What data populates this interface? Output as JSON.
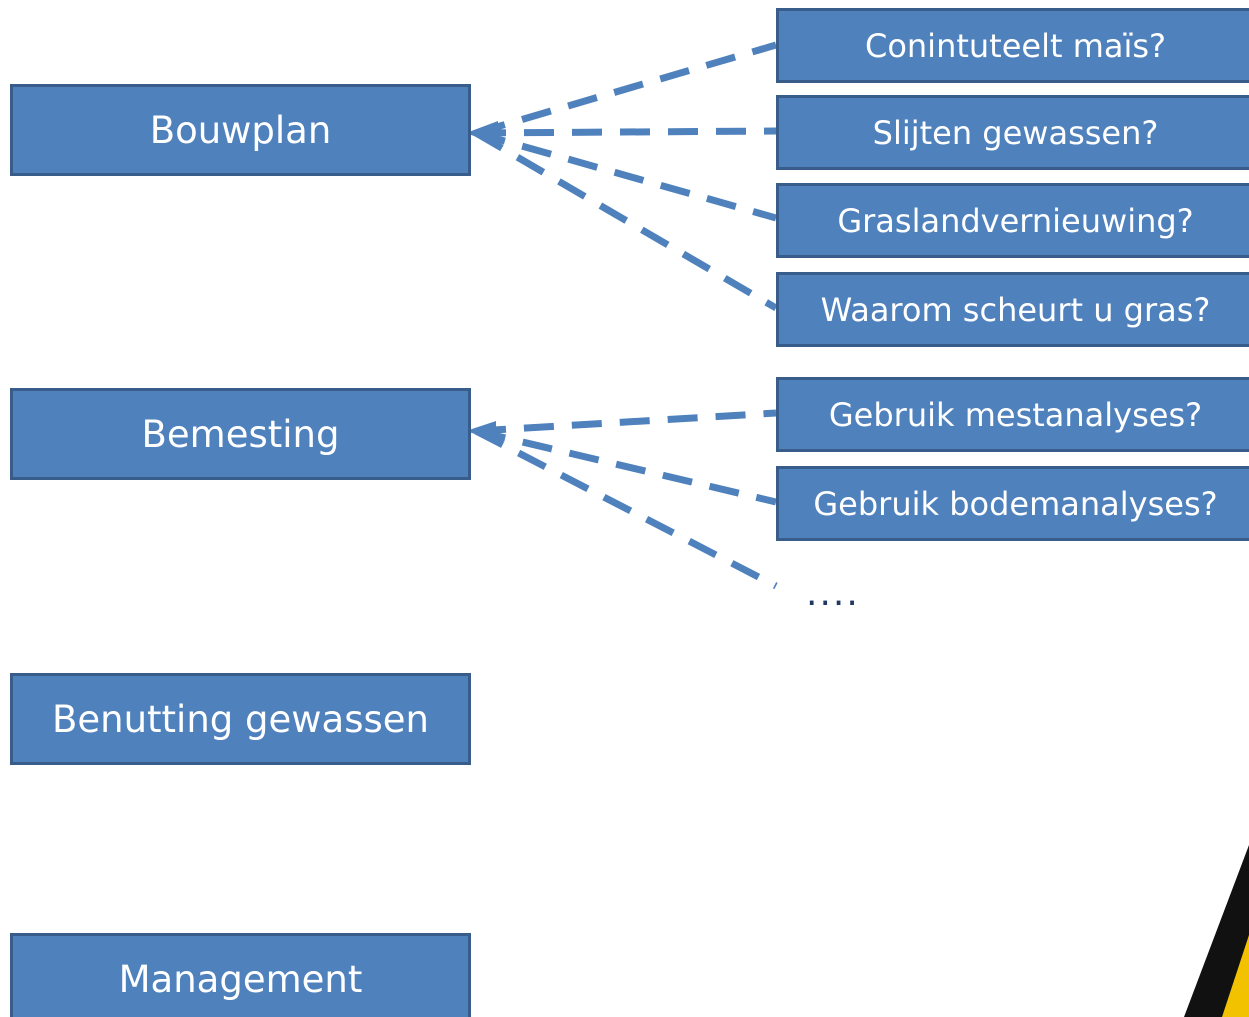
{
  "topics": {
    "bouwplan": "Bouwplan",
    "bemesting": "Bemesting",
    "benutting": "Benutting gewassen",
    "management": "Management"
  },
  "questions": {
    "q1": "Conintuteelt maïs?",
    "q2": "Slijten gewassen?",
    "q3": "Graslandvernieuwing?",
    "q4": "Waarom scheurt u gras?",
    "q5": "Gebruik mestanalyses?",
    "q6": "Gebruik bodemanalyses?"
  },
  "more": "....",
  "colors": {
    "box_fill": "#4f81bd",
    "box_border": "#385d8a",
    "connector": "#4f81bd",
    "text": "#ffffff"
  },
  "decoration": {
    "corner": "yellow-black-warning-sign-fragment"
  }
}
